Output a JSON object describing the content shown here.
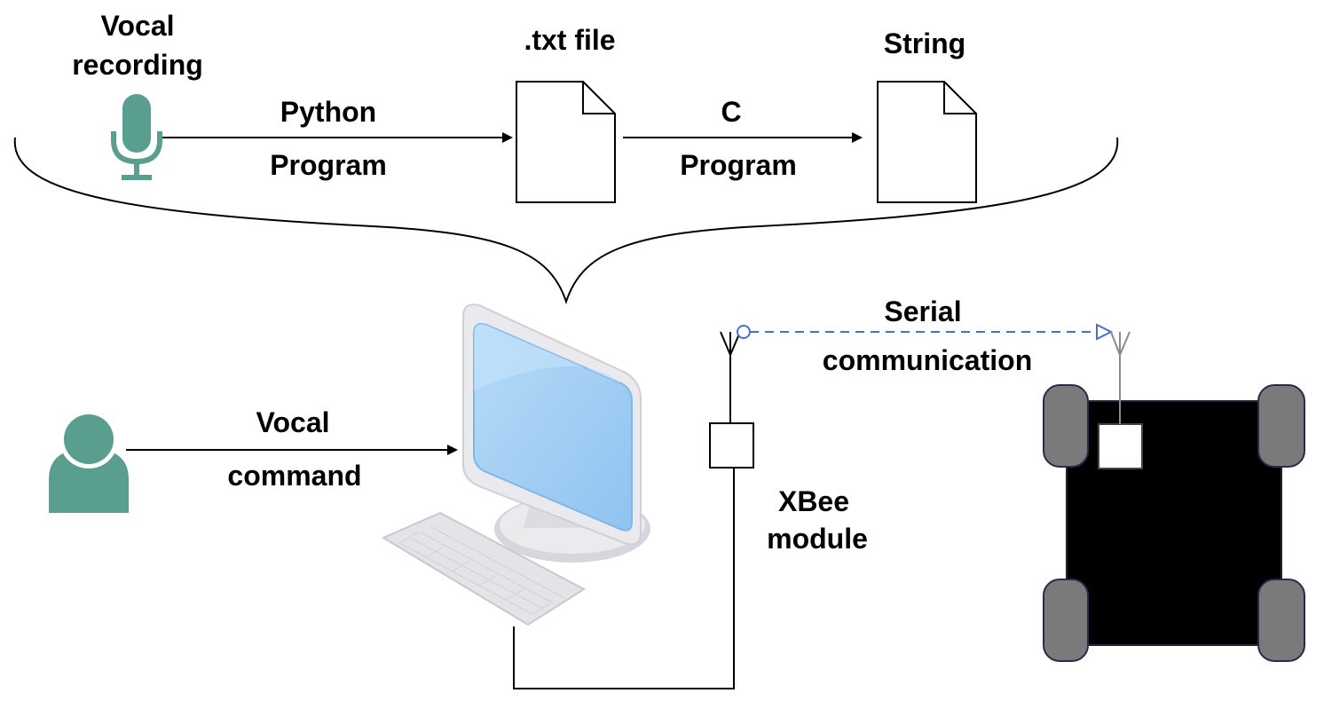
{
  "labels": {
    "vocal_recording_line1": "Vocal",
    "vocal_recording_line2": "recording",
    "txt_file": ".txt file",
    "string": "String",
    "python_line1": "Python",
    "python_line2": "Program",
    "c_line1": "C",
    "c_line2": "Program",
    "vocal_command_line1": "Vocal",
    "vocal_command_line2": "command",
    "serial_line1": "Serial",
    "serial_line2": "communication",
    "xbee_line1": "XBee",
    "xbee_line2": "module"
  },
  "icons": {
    "microphone": "microphone-icon",
    "user": "user-icon",
    "computer": "computer-icon",
    "document": "document-icon",
    "robot": "robot-car-icon",
    "antenna": "antenna-icon"
  },
  "colors": {
    "teal": "#5a9e8f",
    "serial_link": "#4a6fc9",
    "robot_body": "#000000",
    "wheel": "#7a7a7a",
    "screen": "#9ccbf2"
  }
}
